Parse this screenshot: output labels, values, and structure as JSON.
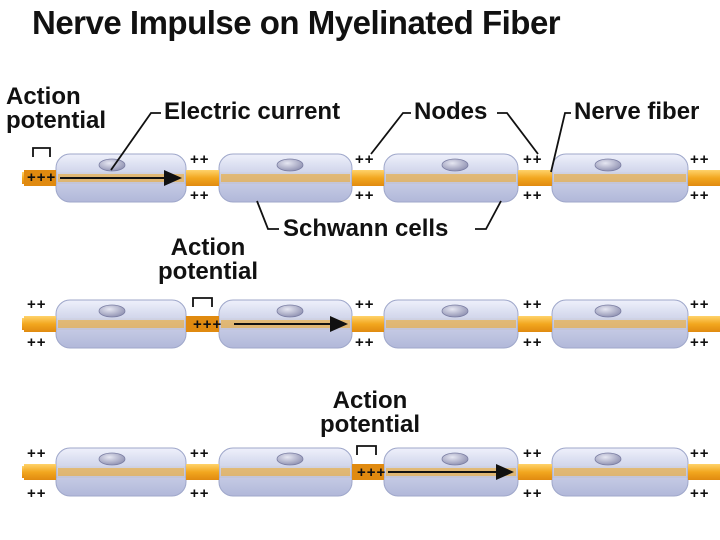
{
  "title": "Nerve Impulse on Myelinated Fiber",
  "labels": {
    "action_potential": "Action potential",
    "electric_current": "Electric current",
    "nodes": "Nodes",
    "nerve_fiber": "Nerve fiber",
    "schwann_cells": "Schwann cells"
  },
  "charge": {
    "node": "++",
    "active": "+++"
  },
  "colors": {
    "axon": "#f2a71f",
    "axon_dark": "#e08a10",
    "myelin": "#c9cfe8",
    "myelin_edge": "#9aa3c8",
    "nucleus": "#8d8fb0"
  },
  "rows": [
    {
      "active_segment": 0,
      "arrow": "0-1"
    },
    {
      "active_segment": 2,
      "arrow": "2-3"
    },
    {
      "active_segment": 4,
      "arrow": "4-5"
    }
  ]
}
